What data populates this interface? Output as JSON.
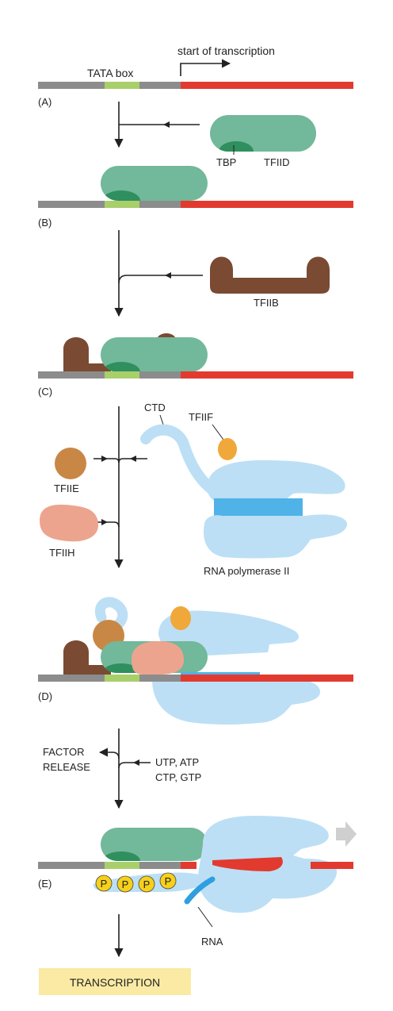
{
  "labels": {
    "tata_box": "TATA box",
    "start_of_transcription": "start of transcription",
    "tbp": "TBP",
    "tfiid": "TFIID",
    "tfiib": "TFIIB",
    "ctd": "CTD",
    "tfiif": "TFIIF",
    "tfiie": "TFIIE",
    "tfiih": "TFIIH",
    "rna_polymerase_ii": "RNA polymerase II",
    "factor_release_1": "FACTOR",
    "factor_release_2": "RELEASE",
    "ntp_1": "UTP, ATP",
    "ntp_2": "CTP, GTP",
    "rna": "RNA",
    "phosphate": "P",
    "transcription": "TRANSCRIPTION"
  },
  "panels": [
    "(A)",
    "(B)",
    "(C)",
    "(D)",
    "(E)"
  ],
  "colors": {
    "dna_upstream": "#8c8c8c",
    "tata_box": "#a9cf6a",
    "dna_transcribed": "#e23a2f",
    "tfiid": "#72b89a",
    "tbp": "#2f8f5e",
    "tfiib": "#7a4a33",
    "tfiie": "#c98745",
    "tfiih": "#eca48f",
    "tfiif": "#f0a83a",
    "polymerase": "#bcdff5",
    "polymerase_cleft": "#4fb3e8",
    "rna": "#2e9fe0",
    "phosphate": "#f7d01a",
    "transcription_box": "#faeaa3",
    "arrow": "#222222",
    "direction_arrow": "#cfcfcf"
  }
}
